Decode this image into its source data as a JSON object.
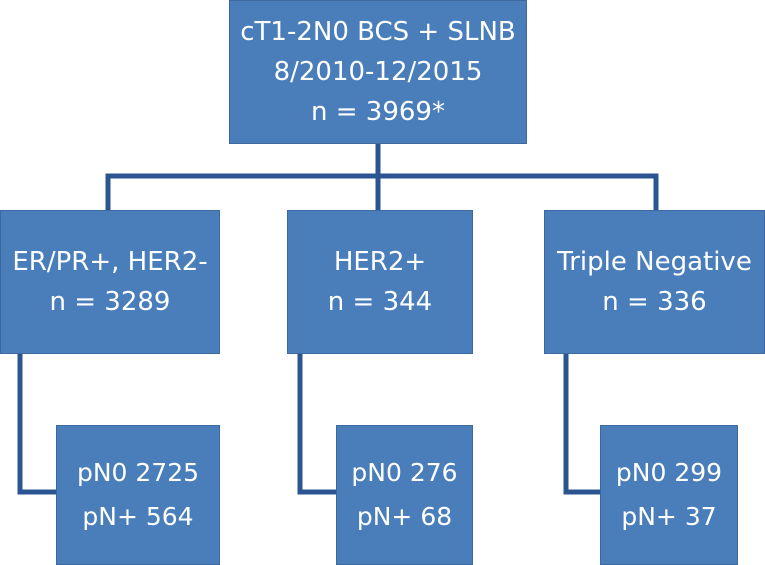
{
  "colors": {
    "box_fill": "#4a7ebb",
    "box_border": "#3c6aa0",
    "connector": "#2a5590",
    "text": "#ffffff"
  },
  "root": {
    "lines": [
      "cT1-2N0 BCS + SLNB",
      "8/2010-12/2015",
      "n = 3969*"
    ]
  },
  "groups": [
    {
      "title": "ER/PR+, HER2-",
      "n": "n = 3289",
      "pn0": "pN0 2725",
      "pnplus": "pN+ 564"
    },
    {
      "title": "HER2+",
      "n": "n = 344",
      "pn0": "pN0 276",
      "pnplus": "pN+ 68"
    },
    {
      "title": "Triple Negative",
      "n": "n = 336",
      "pn0": "pN0 299",
      "pnplus": "pN+ 37"
    }
  ]
}
